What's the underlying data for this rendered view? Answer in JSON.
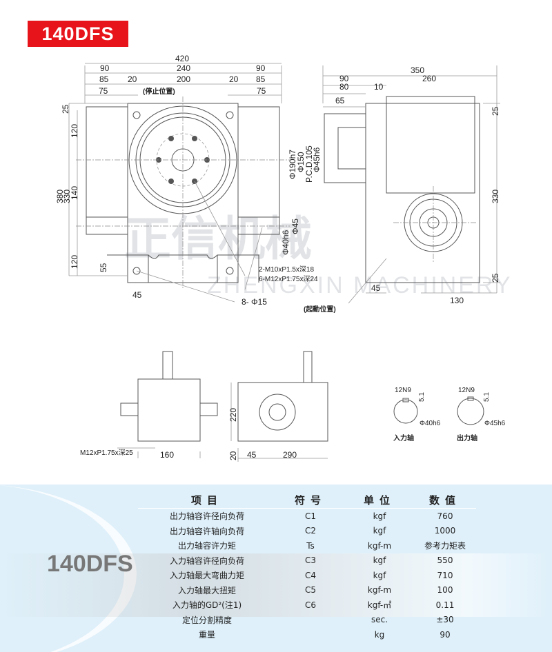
{
  "title": "140DFS",
  "drawing": {
    "front": [
      "420",
      "90",
      "240",
      "90",
      "85",
      "20",
      "200",
      "20",
      "85",
      "75",
      "75",
      "(停止位置)",
      "25",
      "120",
      "380",
      "330",
      "140",
      "120",
      "55",
      "45",
      "Φ45",
      "Φ40h6",
      "2-M10xP1.5x深18",
      "6-M12xP1.75x深24",
      "8- Φ15"
    ],
    "side": [
      "350",
      "90",
      "260",
      "80",
      "10",
      "65",
      "Φ190h7",
      "Φ150",
      "P.C.D.105",
      "Φ45h6",
      "25",
      "330",
      "25",
      "45",
      "130",
      "(起動位置)"
    ],
    "bottom": [
      "220",
      "20",
      "45",
      "290",
      "160",
      "M12xP1.75x深25",
      "12N9",
      "5.1",
      "Φ40h6",
      "入力轴",
      "12N9",
      "5.1",
      "Φ45h6",
      "出力轴"
    ]
  },
  "watermark": {
    "cn": "正信机械",
    "en": "ZHENGXIN MACHINERY"
  },
  "specs": {
    "model": "140DFS",
    "headers": [
      "项目",
      "符号",
      "单位",
      "数值"
    ],
    "rows": [
      [
        "出力轴容许径向负荷",
        "C1",
        "kgf",
        "760"
      ],
      [
        "出力轴容许轴向负荷",
        "C2",
        "kgf",
        "1000"
      ],
      [
        "出力轴容许力矩",
        "Ts",
        "kgf-m",
        "参考力矩表"
      ],
      [
        "入力轴容许径向负荷",
        "C3",
        "kgf",
        "550"
      ],
      [
        "入力轴最大弯曲力矩",
        "C4",
        "kgf",
        "710"
      ],
      [
        "入力轴最大扭矩",
        "C5",
        "kgf-m",
        "100"
      ],
      [
        "入力轴的GD²(注1)",
        "C6",
        "kgf-㎡",
        "0.11"
      ],
      [
        "定位分割精度",
        "",
        "sec.",
        "±30"
      ],
      [
        "重量",
        "",
        "kg",
        "90"
      ]
    ]
  },
  "colors": {
    "badge": "#e8141b",
    "panel": "#dff0fa"
  }
}
